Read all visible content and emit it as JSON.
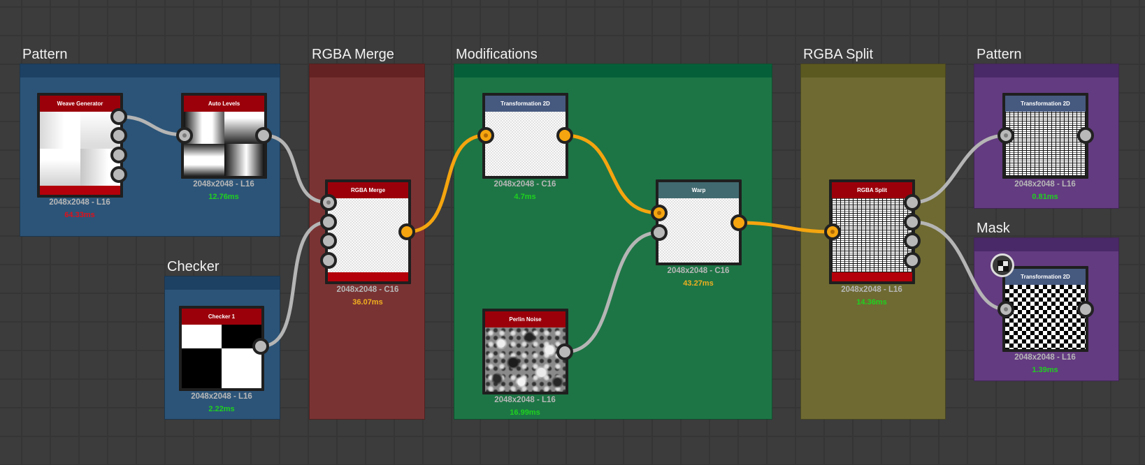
{
  "frames": [
    {
      "id": "pattern-1",
      "title": "Pattern",
      "color": "#2c5478",
      "bar": "#1d4163"
    },
    {
      "id": "checker",
      "title": "Checker",
      "color": "#2c5478",
      "bar": "#1d4163"
    },
    {
      "id": "rgba-merge",
      "title": "RGBA Merge",
      "color": "#7a3333",
      "bar": "#652222"
    },
    {
      "id": "modifications",
      "title": "Modifications",
      "color": "#1d7545",
      "bar": "#05603a"
    },
    {
      "id": "rgba-split",
      "title": "RGBA Split",
      "color": "#6e6a32",
      "bar": "#5c5920"
    },
    {
      "id": "pattern-2",
      "title": "Pattern",
      "color": "#633b80",
      "bar": "#4a2968"
    },
    {
      "id": "mask",
      "title": "Mask",
      "color": "#633b80",
      "bar": "#4a2968"
    }
  ],
  "nodes": [
    {
      "id": "weave-generator",
      "title": "Weave Generator",
      "info": "2048x2048 - L16",
      "time": "64.33ms",
      "time_color": "#e0101a"
    },
    {
      "id": "auto-levels",
      "title": "Auto Levels",
      "info": "2048x2048 - L16",
      "time": "12.76ms",
      "time_color": "#1fd21f"
    },
    {
      "id": "checker-1",
      "title": "Checker 1",
      "info": "2048x2048 - L16",
      "time": "2.22ms",
      "time_color": "#1fd21f"
    },
    {
      "id": "rgba-merge",
      "title": "RGBA Merge",
      "info": "2048x2048 - C16",
      "time": "36.07ms",
      "time_color": "#f0b020"
    },
    {
      "id": "transformation-2d-a",
      "title": "Transformation 2D",
      "info": "2048x2048 - C16",
      "time": "4.7ms",
      "time_color": "#1fd21f"
    },
    {
      "id": "perlin-noise",
      "title": "Perlin Noise",
      "info": "2048x2048 - L16",
      "time": "16.99ms",
      "time_color": "#1fd21f"
    },
    {
      "id": "warp",
      "title": "Warp",
      "info": "2048x2048 - C16",
      "time": "43.27ms",
      "time_color": "#f0b020"
    },
    {
      "id": "rgba-split",
      "title": "RGBA Split",
      "info": "2048x2048 - L16",
      "time": "14.36ms",
      "time_color": "#1fd21f"
    },
    {
      "id": "transformation-2d-b",
      "title": "Transformation 2D",
      "info": "2048x2048 - L16",
      "time": "0.81ms",
      "time_color": "#1fd21f"
    },
    {
      "id": "transformation-2d-c",
      "title": "Transformation 2D",
      "info": "2048x2048 - L16",
      "time": "1.39ms",
      "time_color": "#1fd21f"
    }
  ],
  "connections": [
    {
      "from": "weave-generator.out1",
      "to": "auto-levels.in1",
      "type": "grayscale"
    },
    {
      "from": "auto-levels.out1",
      "to": "rgba-merge.in1",
      "type": "grayscale"
    },
    {
      "from": "checker-1.out1",
      "to": "rgba-merge.in2",
      "type": "grayscale"
    },
    {
      "from": "rgba-merge.out1",
      "to": "transformation-2d-a.in1",
      "type": "color"
    },
    {
      "from": "transformation-2d-a.out1",
      "to": "warp.in1",
      "type": "color"
    },
    {
      "from": "perlin-noise.out1",
      "to": "warp.in2",
      "type": "grayscale"
    },
    {
      "from": "warp.out1",
      "to": "rgba-split.in1",
      "type": "color"
    },
    {
      "from": "rgba-split.out1",
      "to": "transformation-2d-b.in1",
      "type": "grayscale"
    },
    {
      "from": "rgba-split.out2",
      "to": "transformation-2d-c.in1",
      "type": "grayscale"
    }
  ],
  "wire_colors": {
    "grayscale": "#b5b5b5",
    "color": "#f5a50f"
  },
  "mask_badge": {
    "icon": "checker-mask-icon"
  }
}
